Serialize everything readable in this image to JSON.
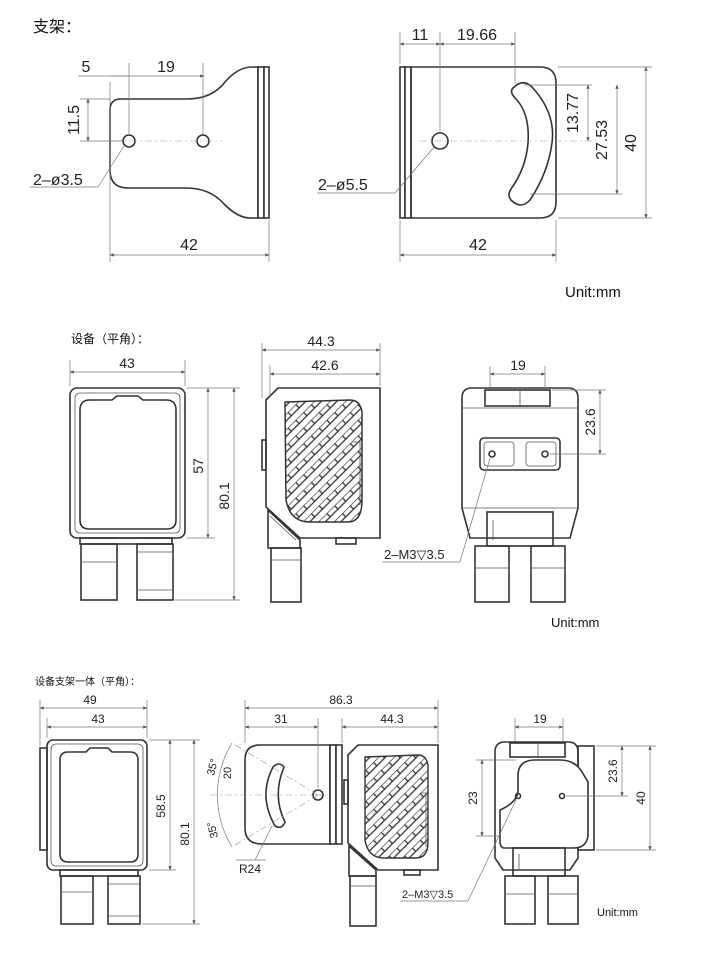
{
  "sections": {
    "bracket": {
      "title": "支架：",
      "unit": "Unit:mm"
    },
    "device": {
      "title": "设备（平角）：",
      "unit": "Unit:mm"
    },
    "assembly": {
      "title": "设备支架一体（平角）：",
      "unit": "Unit:mm"
    }
  },
  "bracket_dims": {
    "left": {
      "d5": "5",
      "d19": "19",
      "d11_5": "11.5",
      "hole": "2–ø3.5",
      "width": "42"
    },
    "right": {
      "d11": "11",
      "d19_66": "19.66",
      "d13_77": "13.77",
      "d27_53": "27.53",
      "d40": "40",
      "hole": "2–ø5.5",
      "width": "42"
    }
  },
  "device_dims": {
    "front": {
      "d43": "43",
      "d57": "57",
      "d80_1": "80.1"
    },
    "side": {
      "d44_3": "44.3",
      "d42_6": "42.6"
    },
    "back": {
      "d19": "19",
      "d23_6": "23.6",
      "thread": "2–M3▽3.5"
    }
  },
  "assembly_dims": {
    "front": {
      "d49": "49",
      "d43": "43",
      "d58_5": "58.5",
      "d80_1": "80.1"
    },
    "side": {
      "d86_3": "86.3",
      "d31": "31",
      "d44_3": "44.3",
      "a35_top": "35°",
      "d20": "20",
      "a35_bottom": "35°",
      "r24": "R24"
    },
    "back": {
      "d19": "19",
      "d23": "23",
      "d23_6": "23.6",
      "d40": "40",
      "thread": "2–M3▽3.5"
    }
  }
}
